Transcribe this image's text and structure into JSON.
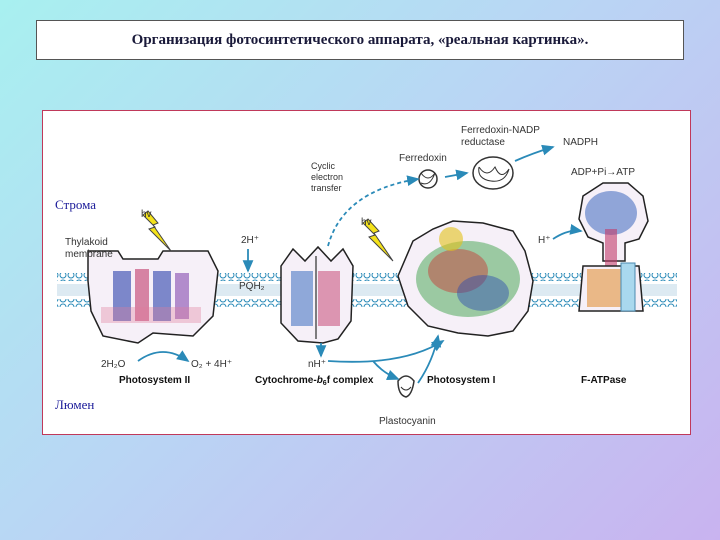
{
  "title": "Организация фотосинтетического аппарата, «реальная картинка».",
  "side_labels": {
    "stroma": "Строма",
    "lumen": "Люмен"
  },
  "diagram": {
    "membrane": "Thylakoid membrane",
    "membrane_l1": "Thylakoid",
    "membrane_l2": "membrane",
    "hv1": "hv",
    "hv2": "hv",
    "proton_in": "2H⁺",
    "pqh2": "PQH₂",
    "water_left": "2H₂O",
    "water_right": "O₂ + 4H⁺",
    "nh": "nH⁺",
    "cyclic_1": "Cyclic",
    "cyclic_2": "electron",
    "cyclic_3": "transfer",
    "ferredoxin": "Ferredoxin",
    "fnr_1": "Ferredoxin-NADP",
    "fnr_2": "reductase",
    "nadph": "NADPH",
    "atp": "ADP+Pi→ATP",
    "h_plus": "H⁺",
    "ps2": "Photosystem II",
    "cyt_prefix": "Cytochrome-",
    "cyt_b6": "b",
    "cyt_sub": "6",
    "cyt_suffix": "f complex",
    "ps1": "Photosystem I",
    "fatp": "F-ATPase",
    "plastocyanin": "Plastocyanin"
  },
  "colors": {
    "frame_border": "#c0395a",
    "russian_label": "#1a1a99",
    "arrow": "#2a8ab8",
    "lipid": "#2a8ab8"
  }
}
